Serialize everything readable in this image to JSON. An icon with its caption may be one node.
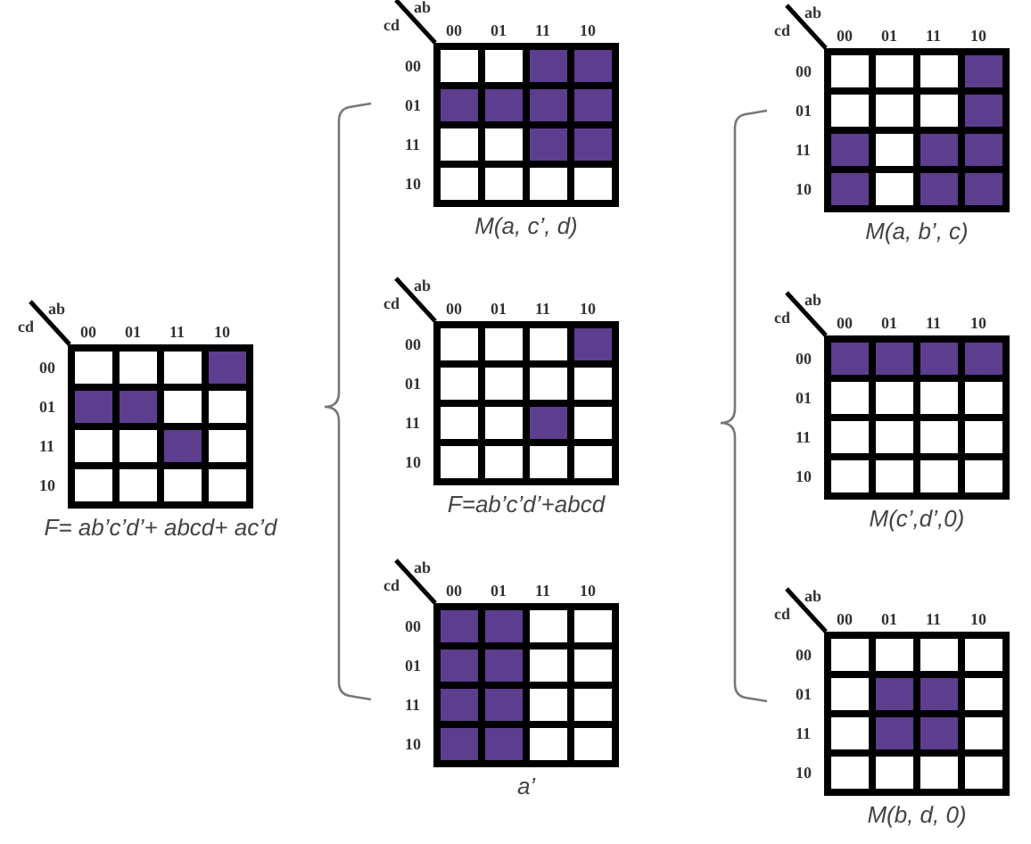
{
  "diagram": {
    "nodes": [
      {
        "text": [
          "F= ab’c’d’+ abcd+ ac’d"
        ]
      },
      {
        "text": [],
        "shape": "box",
        "in": 0
      },
      {
        "text": [],
        "shape": "box",
        "in": 0
      },
      {
        "text": [],
        "shape": "box",
        "in": 0
      },
      {
        "text": [],
        "shape": "filled-box",
        "in": 0
      },
      {
        "text": [],
        "shape": "filled-box",
        "in": 0
      },
      {
        "text": [],
        "shape": "filled-box",
        "in": 0
      },
      {
        "text": [],
        "shape": "box",
        "in": 0
      },
      {
        "text": [],
        "shape": "box",
        "in": 0
      },
      {
        "text": [],
        "shape": "box",
        "in": 0
      },
      {
        "text": [],
        "shape": "box",
        "in": 0
      },
      {
        "text": [],
        "shape": "filled-box",
        "in": 0
      },
      {
        "text": [],
        "shape": "box",
        "in": 0
      },
      {
        "text": [],
        "shape": "box",
        "in": 0
      },
      {
        "text": [],
        "shape": "box",
        "in": 0
      },
      {
        "text": [],
        "shape": "box",
        "in": 0
      },
      {
        "text": [],
        "shape": "box",
        "in": 0
      },
      {
        "text": [
          "M(a, c’, d)"
        ]
      },
      {
        "text": [],
        "shape": "box",
        "in": 17
      },
      {
        "text": [],
        "shape": "box",
        "in": 17
      },
      {
        "text": [],
        "shape": "filled-box",
        "in": 17
      },
      {
        "text": [],
        "shape": "filled-box",
        "in": 17
      },
      {
        "text": [],
        "shape": "filled-box",
        "in": 17
      },
      {
        "text": [],
        "shape": "filled-box",
        "in": 17
      },
      {
        "text": [],
        "shape": "filled-box",
        "in": 17
      },
      {
        "text": [],
        "shape": "filled-box",
        "in": 17
      },
      {
        "text": [],
        "shape": "box",
        "in": 17
      },
      {
        "text": [],
        "shape": "box",
        "in": 17
      },
      {
        "text": [],
        "shape": "filled-box",
        "in": 17
      },
      {
        "text": [],
        "shape": "filled-box",
        "in": 17
      },
      {
        "text": [],
        "shape": "box",
        "in": 17
      },
      {
        "text": [],
        "shape": "box",
        "in": 17
      },
      {
        "text": [],
        "shape": "box",
        "in": 17
      },
      {
        "text": [],
        "shape": "box",
        "in": 17
      },
      {
        "text": [
          "F=ab’c’d’+abcd"
        ]
      },
      {
        "text": [],
        "shape": "box",
        "in": 34
      },
      {
        "text": [],
        "shape": "box",
        "in": 34
      },
      {
        "text": [],
        "shape": "box",
        "in": 34
      },
      {
        "text": [],
        "shape": "filled-box",
        "in": 34
      },
      {
        "text": [],
        "shape": "box",
        "in": 34
      },
      {
        "text": [],
        "shape": "box",
        "in": 34
      },
      {
        "text": [],
        "shape": "box",
        "in": 34
      },
      {
        "text": [],
        "shape": "box",
        "in": 34
      },
      {
        "text": [],
        "shape": "box",
        "in": 34
      },
      {
        "text": [],
        "shape": "box",
        "in": 34
      },
      {
        "text": [],
        "shape": "filled-box",
        "in": 34
      },
      {
        "text": [],
        "shape": "box",
        "in": 34
      },
      {
        "text": [],
        "shape": "box",
        "in": 34
      },
      {
        "text": [],
        "shape": "box",
        "in": 34
      },
      {
        "text": [],
        "shape": "box",
        "in": 34
      },
      {
        "text": [],
        "shape": "box",
        "in": 34
      },
      {
        "text": [
          "a’"
        ]
      },
      {
        "text": [],
        "shape": "filled-box",
        "in": 51
      },
      {
        "text": [],
        "shape": "filled-box",
        "in": 51
      },
      {
        "text": [],
        "shape": "box",
        "in": 51
      },
      {
        "text": [],
        "shape": "box",
        "in": 51
      },
      {
        "text": [],
        "shape": "filled-box",
        "in": 51
      },
      {
        "text": [],
        "shape": "filled-box",
        "in": 51
      },
      {
        "text": [],
        "shape": "box",
        "in": 51
      },
      {
        "text": [],
        "shape": "box",
        "in": 51
      },
      {
        "text": [],
        "shape": "filled-box",
        "in": 51
      },
      {
        "text": [],
        "shape": "filled-box",
        "in": 51
      },
      {
        "text": [],
        "shape": "box",
        "in": 51
      },
      {
        "text": [],
        "shape": "box",
        "in": 51
      },
      {
        "text": [],
        "shape": "filled-box",
        "in": 51
      },
      {
        "text": [],
        "shape": "filled-box",
        "in": 51
      },
      {
        "text": [],
        "shape": "box",
        "in": 51
      },
      {
        "text": [],
        "shape": "box",
        "in": 51
      },
      {
        "text": [
          "M(a, b’, c)"
        ]
      },
      {
        "text": [],
        "shape": "box",
        "in": 68
      },
      {
        "text": [],
        "shape": "box",
        "in": 68
      },
      {
        "text": [],
        "shape": "box",
        "in": 68
      },
      {
        "text": [],
        "shape": "filled-box",
        "in": 68
      },
      {
        "text": [],
        "shape": "box",
        "in": 68
      },
      {
        "text": [],
        "shape": "box",
        "in": 68
      },
      {
        "text": [],
        "shape": "box",
        "in": 68
      },
      {
        "text": [],
        "shape": "filled-box",
        "in": 68
      },
      {
        "text": [],
        "shape": "filled-box",
        "in": 68
      },
      {
        "text": [],
        "shape": "box",
        "in": 68
      },
      {
        "text": [],
        "shape": "filled-box",
        "in": 68
      },
      {
        "text": [],
        "shape": "filled-box",
        "in": 68
      },
      {
        "text": [],
        "shape": "filled-box",
        "in": 68
      },
      {
        "text": [],
        "shape": "box",
        "in": 68
      },
      {
        "text": [],
        "shape": "filled-box",
        "in": 68
      },
      {
        "text": [],
        "shape": "filled-box",
        "in": 68
      },
      {
        "text": [
          "M(c’,d’,0)"
        ]
      },
      {
        "text": [],
        "shape": "filled-box",
        "in": 85
      },
      {
        "text": [],
        "shape": "filled-box",
        "in": 85
      },
      {
        "text": [],
        "shape": "filled-box",
        "in": 85
      },
      {
        "text": [],
        "shape": "filled-box",
        "in": 85
      },
      {
        "text": [],
        "shape": "box",
        "in": 85
      },
      {
        "text": [],
        "shape": "box",
        "in": 85
      },
      {
        "text": [],
        "shape": "box",
        "in": 85
      },
      {
        "text": [],
        "shape": "box",
        "in": 85
      },
      {
        "text": [],
        "shape": "box",
        "in": 85
      },
      {
        "text": [],
        "shape": "box",
        "in": 85
      },
      {
        "text": [],
        "shape": "box",
        "in": 85
      },
      {
        "text": [],
        "shape": "box",
        "in": 85
      },
      {
        "text": [],
        "shape": "box",
        "in": 85
      },
      {
        "text": [],
        "shape": "box",
        "in": 85
      },
      {
        "text": [],
        "shape": "box",
        "in": 85
      },
      {
        "text": [],
        "shape": "box",
        "in": 85
      },
      {
        "text": [
          "M(b, d, 0)"
        ]
      },
      {
        "text": [],
        "shape": "box",
        "in": 102
      },
      {
        "text": [],
        "shape": "box",
        "in": 102
      },
      {
        "text": [],
        "shape": "box",
        "in": 102
      },
      {
        "text": [],
        "shape": "box",
        "in": 102
      },
      {
        "text": [],
        "shape": "box",
        "in": 102
      },
      {
        "text": [],
        "shape": "filled-box",
        "in": 102
      },
      {
        "text": [],
        "shape": "filled-box",
        "in": 102
      },
      {
        "text": [],
        "shape": "box",
        "in": 102
      },
      {
        "text": [],
        "shape": "box",
        "in": 102
      },
      {
        "text": [],
        "shape": "filled-box",
        "in": 102
      },
      {
        "text": [],
        "shape": "filled-box",
        "in": 102
      },
      {
        "text": [],
        "shape": "box",
        "in": 102
      },
      {
        "text": [],
        "shape": "box",
        "in": 102
      },
      {
        "text": [],
        "shape": "box",
        "in": 102
      },
      {
        "text": [],
        "shape": "box",
        "in": 102
      },
      {
        "text": [],
        "shape": "box",
        "in": 102
      }
    ],
    "labels": [
      "ab",
      "cd",
      "00",
      "01",
      "11",
      "10",
      "00",
      "01",
      "11",
      "10",
      "ab",
      "cd",
      "00",
      "01",
      "11",
      "10",
      "00",
      "01",
      "11",
      "10",
      "ab",
      "cd",
      "00",
      "01",
      "11",
      "10",
      "00",
      "01",
      "11",
      "10",
      "ab",
      "cd",
      "00",
      "01",
      "11",
      "10",
      "00",
      "01",
      "11",
      "10",
      "ab",
      "cd",
      "00",
      "01",
      "11",
      "10",
      "00",
      "01",
      "11",
      "10",
      "ab",
      "cd",
      "00",
      "01",
      "11",
      "10",
      "00",
      "01",
      "11",
      "10",
      "ab",
      "cd",
      "00",
      "01",
      "11",
      "10",
      "00",
      "01",
      "11",
      "10"
    ]
  }
}
